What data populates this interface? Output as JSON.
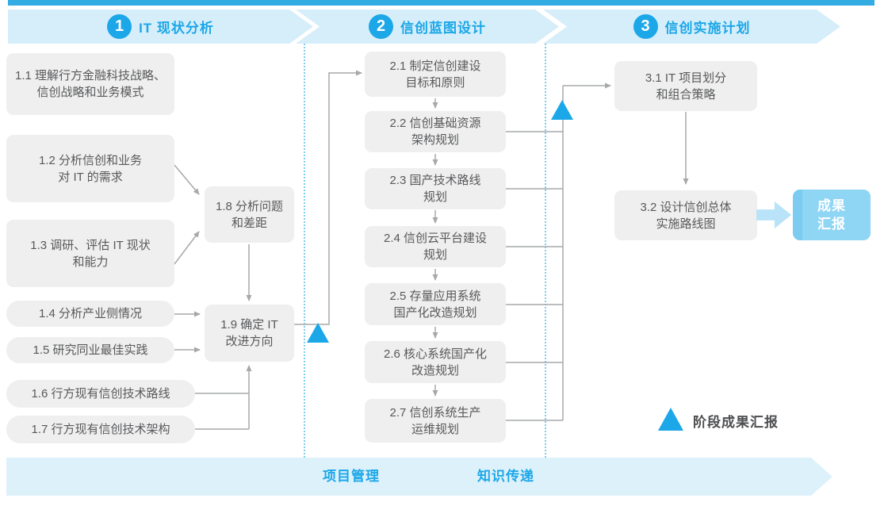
{
  "palette": {
    "accent_blue": "#1BA7E8",
    "banner_light_blue": "#D6EEFA",
    "top_strip_blue": "#33ACE3",
    "footer_banner_blue": "#DDF1FB",
    "box_gray": "#EFEFEF",
    "box_text_gray": "#58595B",
    "connector_gray": "#A6A8AB",
    "result_box_blue": "#8FD5F4",
    "result_arrow_blue": "#B9E3F8",
    "dotted_line_blue": "#7FCDEF"
  },
  "phases": [
    {
      "number": "1",
      "title": "IT 现状分析"
    },
    {
      "number": "2",
      "title": "信创蓝图设计"
    },
    {
      "number": "3",
      "title": "信创实施计划"
    }
  ],
  "stage1": {
    "boxes": [
      {
        "lines": [
          "1.1 理解行方金融科技战略、",
          "信创战略和业务模式"
        ]
      },
      {
        "lines": [
          "1.2 分析信创和业务",
          "对 IT 的需求"
        ]
      },
      {
        "lines": [
          "1.3 调研、评估 IT 现状",
          "和能力"
        ]
      },
      {
        "lines": [
          "1.4 分析产业侧情况"
        ]
      },
      {
        "lines": [
          "1.5 研究同业最佳实践"
        ]
      },
      {
        "lines": [
          "1.6 行方现有信创技术路线"
        ]
      },
      {
        "lines": [
          "1.7 行方现有信创技术架构"
        ]
      },
      {
        "lines": [
          "1.8 分析问题",
          "和差距"
        ]
      },
      {
        "lines": [
          "1.9 确定 IT",
          "改进方向"
        ]
      }
    ]
  },
  "stage2": {
    "boxes": [
      {
        "lines": [
          "2.1 制定信创建设",
          "目标和原则"
        ]
      },
      {
        "lines": [
          "2.2 信创基础资源",
          "架构规划"
        ]
      },
      {
        "lines": [
          "2.3 国产技术路线",
          "规划"
        ]
      },
      {
        "lines": [
          "2.4 信创云平台建设",
          "规划"
        ]
      },
      {
        "lines": [
          "2.5 存量应用系统",
          "国产化改造规划"
        ]
      },
      {
        "lines": [
          "2.6 核心系统国产化",
          "改造规划"
        ]
      },
      {
        "lines": [
          "2.7 信创系统生产",
          "运维规划"
        ]
      }
    ]
  },
  "stage3": {
    "boxes": [
      {
        "lines": [
          "3.1 IT 项目划分",
          "和组合策略"
        ]
      },
      {
        "lines": [
          "3.2 设计信创总体",
          "实施路线图"
        ]
      }
    ]
  },
  "result_box": {
    "lines": [
      "成果",
      "汇报"
    ]
  },
  "legend": {
    "label": "阶段成果汇报"
  },
  "footer": {
    "labels": [
      "项目管理",
      "知识传递"
    ]
  }
}
